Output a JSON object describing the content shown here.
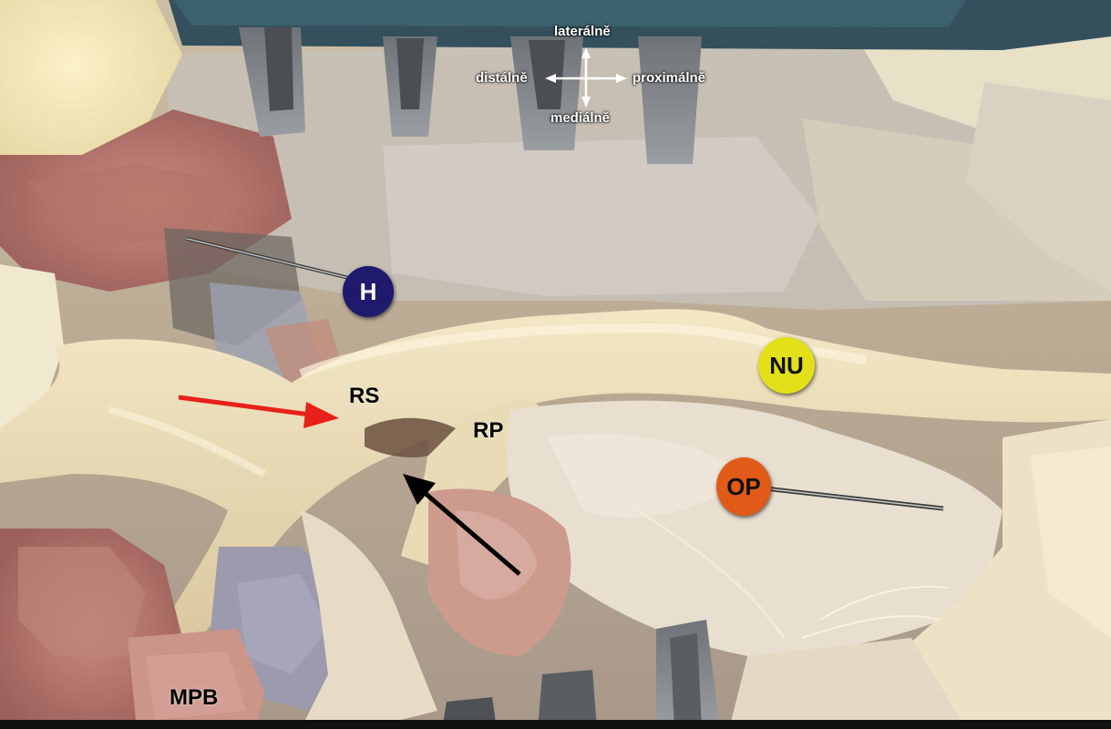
{
  "orientation": {
    "lateral": "laterálně",
    "distal": "distálně",
    "proximal": "proximálně",
    "medial": "mediálně"
  },
  "labels": {
    "rs": "RS",
    "rp": "RP",
    "mpb": "MPB"
  },
  "pins": {
    "h": {
      "text": "H",
      "color": "#1f1a6e",
      "text_color": "#ffffff"
    },
    "nu": {
      "text": "NU",
      "color": "#e3e019",
      "text_color": "#111111"
    },
    "op": {
      "text": "OP",
      "color": "#e05a18",
      "text_color": "#111111"
    }
  },
  "arrows": {
    "red": {
      "color": "#e8201a"
    },
    "black": {
      "color": "#000000"
    }
  }
}
